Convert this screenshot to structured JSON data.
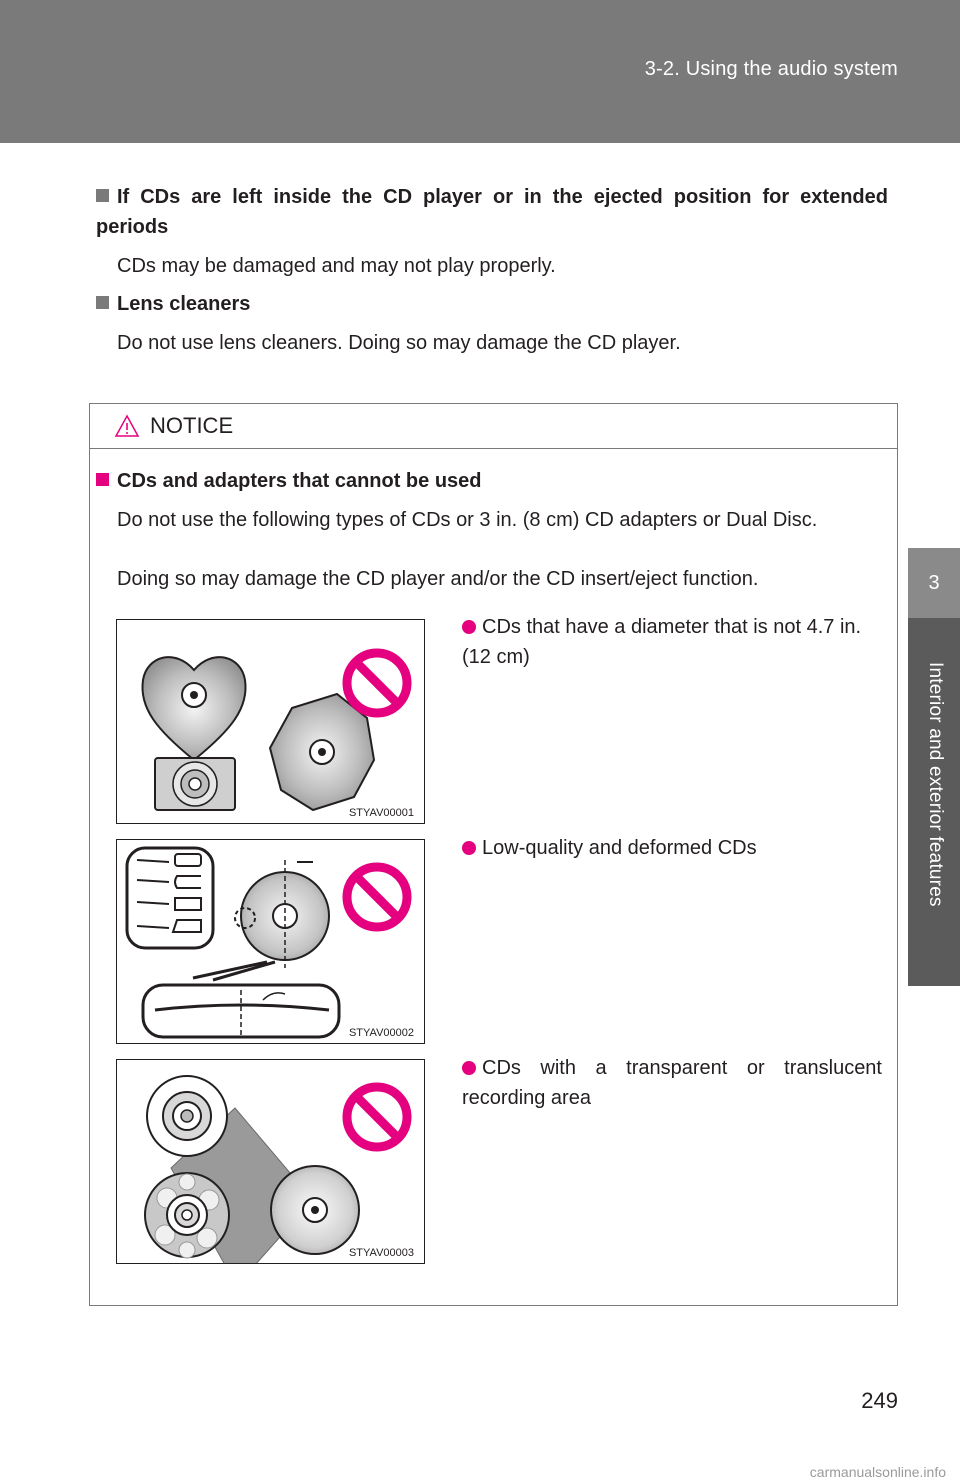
{
  "header": {
    "title": "3-2. Using the audio system"
  },
  "side_tab": {
    "number": "3",
    "label": "Interior and exterior features"
  },
  "page_number": "249",
  "sections": [
    {
      "heading": "If CDs are left inside the CD player or in the ejected position for extended periods",
      "body": "CDs may be damaged and may not play properly."
    },
    {
      "heading": "Lens cleaners",
      "body": "Do not use lens cleaners. Doing so may damage the CD player."
    }
  ],
  "notice": {
    "title": "NOTICE",
    "subheading": "CDs and adapters that cannot be used",
    "para1": "Do not use the following types of CDs or 3 in. (8 cm) CD adapters or Dual Disc.",
    "para2": "Doing so may damage the CD player and/or the CD insert/eject function.",
    "items": [
      {
        "text": "CDs that have a diameter that is not 4.7 in. (12 cm)",
        "figure_code": "STYAV00001"
      },
      {
        "text": "Low-quality and deformed CDs",
        "figure_code": "STYAV00002"
      },
      {
        "text": "CDs with a transparent or translucent recording area",
        "figure_code": "STYAV00003"
      }
    ]
  },
  "colors": {
    "header_gray": "#7a7a7a",
    "tab_dark": "#5b5b5b",
    "accent_magenta": "#e4007f"
  },
  "watermark": "carmanualsonline.info"
}
